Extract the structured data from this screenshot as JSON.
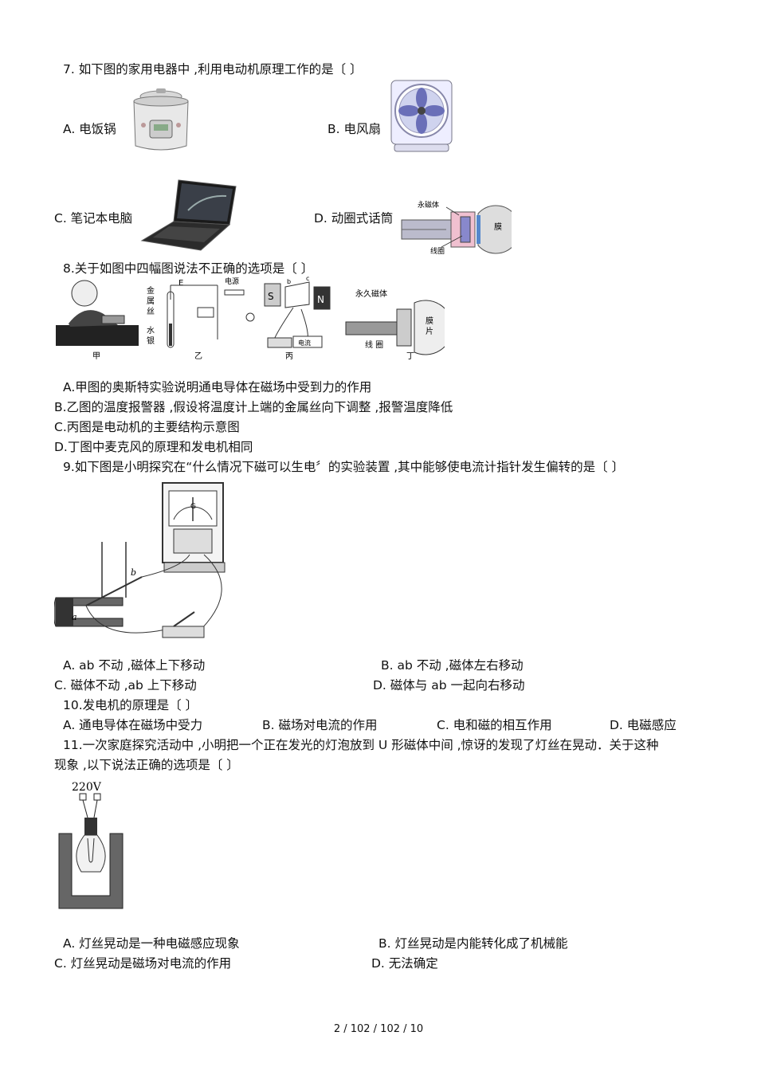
{
  "q7": {
    "stem": "7. 如下图的家用电器中 ,利用电动机原理工作的是〔        〕",
    "a": "A. 电饭锅",
    "b": "B. 电风扇",
    "c": "C. 笔记本电脑",
    "d": "D. 动圈式话筒",
    "mic_labels": {
      "magnet": "永磁体",
      "membrane": "膜",
      "coil": "线圈"
    }
  },
  "q8": {
    "stem": "8.关于如图中四幅图说法不正确的选项是〔    〕",
    "fig": {
      "jia": "甲",
      "yi": "乙",
      "bing": "丙",
      "ding": "丁",
      "metal_wire": [
        "金",
        "属",
        "丝"
      ],
      "mercury": [
        "水",
        "银"
      ],
      "e_label": "E",
      "power": "电源",
      "s": "S",
      "n": "N",
      "b": "b",
      "c": "c",
      "meter": "电流",
      "perm_magnet": "永久磁体",
      "coil": "线 圈",
      "membrane": [
        "膜",
        "片"
      ]
    },
    "a": "A.甲图的奥斯特实验说明通电导体在磁场中受到力的作用",
    "b": "B.乙图的温度报警器 ,假设将温度计上端的金属丝向下调整 ,报警温度降低",
    "c": "C.丙图是电动机的主要结构示意图",
    "d": "D.丁图中麦克风的原理和发电机相同"
  },
  "q9": {
    "stem": "9.如下图是小明探究在“什么情况下磁可以生电〞的实验装置 ,其中能够使电流计指针发生偏转的是〔        〕",
    "label_a": "a",
    "label_b": "b",
    "label_g": "G",
    "a": "A. ab 不动 ,磁体上下移动",
    "b": "B. ab 不动 ,磁体左右移动",
    "c": "C. 磁体不动 ,ab 上下移动",
    "d": "D. 磁体与 ab 一起向右移动"
  },
  "q10": {
    "stem": "10.发电机的原理是〔    〕",
    "a": "A. 通电导体在磁场中受力",
    "b": "B. 磁场对电流的作用",
    "c": "C. 电和磁的相互作用",
    "d": "D. 电磁感应"
  },
  "q11": {
    "stem1": "11.一次家庭探究活动中 ,小明把一个正在发光的灯泡放到 U 形磁体中间 ,惊讶的发现了灯丝在晃动．关于这种",
    "stem2": "现象 ,以下说法正确的选项是〔        〕",
    "voltage": "220V",
    "a": "A. 灯丝晃动是一种电磁感应现象",
    "b": "B. 灯丝晃动是内能转化成了机械能",
    "c": "C. 灯丝晃动是磁场对电流的作用",
    "d": "D. 无法确定"
  },
  "footer": "2 / 102 / 102 / 10"
}
